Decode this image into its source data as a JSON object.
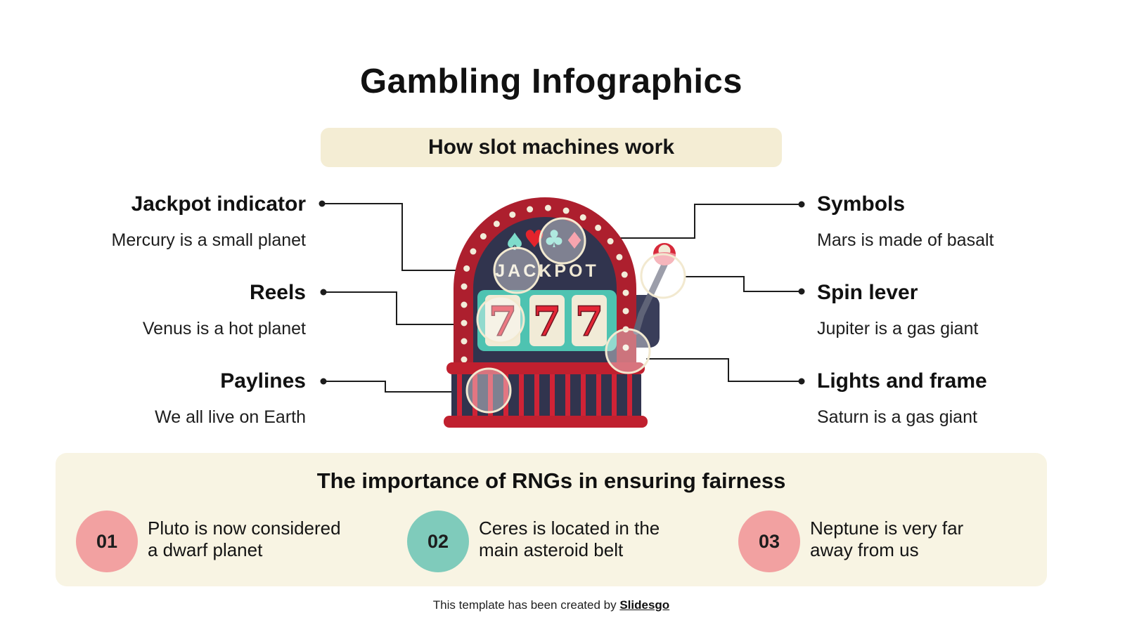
{
  "header": {
    "title": "Gambling Infographics",
    "subtitle": "How slot machines work"
  },
  "callouts": {
    "left": [
      {
        "label": "Jackpot indicator",
        "description": "Mercury is a small planet"
      },
      {
        "label": "Reels",
        "description": "Venus is a hot planet"
      },
      {
        "label": "Paylines",
        "description": "We all live on Earth"
      }
    ],
    "right": [
      {
        "label": "Symbols",
        "description": "Mars is made of basalt"
      },
      {
        "label": "Spin lever",
        "description": "Jupiter is a gas giant"
      },
      {
        "label": "Lights and frame",
        "description": "Saturn is a gas giant"
      }
    ]
  },
  "machine": {
    "jackpot_label": "JACKPOT",
    "reel_values": [
      "7",
      "7",
      "7"
    ],
    "symbols": [
      {
        "name": "spade-icon",
        "glyph": "♠",
        "color": "#7EDCCB"
      },
      {
        "name": "heart-icon",
        "glyph": "♥",
        "color": "#E3242C"
      },
      {
        "name": "club-icon",
        "glyph": "♣",
        "color": "#7EDCCB"
      },
      {
        "name": "diamond-icon",
        "glyph": "♦",
        "color": "#F26D7D"
      }
    ]
  },
  "rng_section": {
    "heading": "The importance of RNGs in ensuring fairness",
    "items": [
      {
        "number": "01",
        "text_line1": "Pluto is now considered",
        "text_line2": "a dwarf planet"
      },
      {
        "number": "02",
        "text_line1": "Ceres is located in the",
        "text_line2": "main asteroid belt"
      },
      {
        "number": "03",
        "text_line1": "Neptune is very far",
        "text_line2": "away from us"
      }
    ]
  },
  "footer": {
    "text": "This template has been created by ",
    "brand": "Slidesgo"
  },
  "theme": {
    "background": "#FFFFFF",
    "banner_bg": "#F4EDD4",
    "panel_bg": "#F8F4E3",
    "machine_red": "#AD1F2E",
    "machine_red_bright": "#D02336",
    "machine_base_red": "#C0202F",
    "machine_navy": "#31344E",
    "machine_mount_navy": "#3A3E5A",
    "machine_teal": "#4EC3B1",
    "cream": "#F2ECD9",
    "badge_pink": "#F2A1A1",
    "badge_teal": "#7FCBBB",
    "connector_line": "#1C1C1C"
  }
}
